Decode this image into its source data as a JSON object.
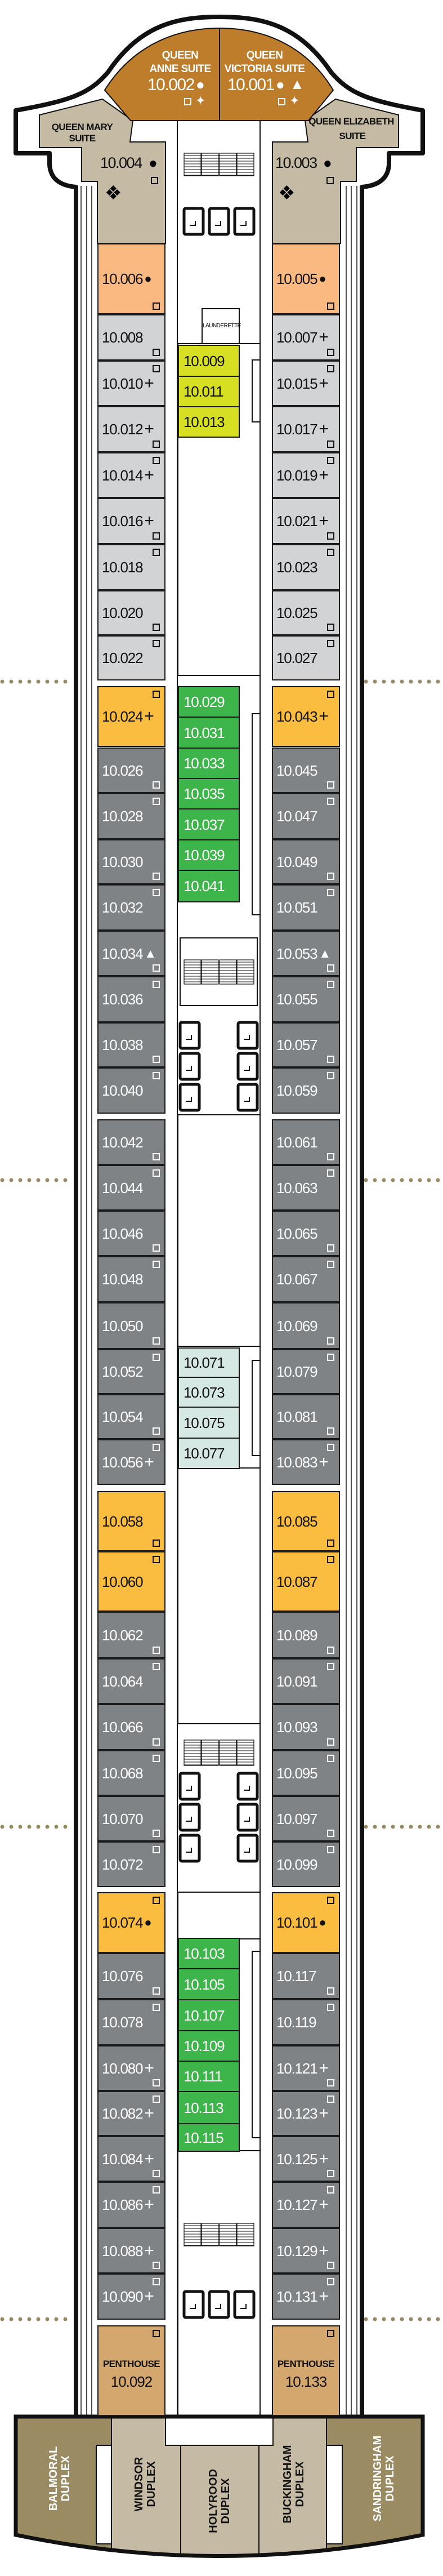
{
  "colors": {
    "light_gray": "#d1d3d4",
    "dark_gray": "#7f8386",
    "orange": "#fbbd3f",
    "peach": "#fbb982",
    "yellow": "#d7df23",
    "green": "#3db54a",
    "light_blue": "#d5e8e4",
    "tan": "#d3a76e",
    "beige": "#c5bba4",
    "brown": "#bd7d2b",
    "olive": "#9b8b63"
  },
  "dome_suites": {
    "queen_anne": {
      "line1": "QUEEN",
      "line2": "ANNE SUITE",
      "number": "10.002",
      "marks": [
        "circle",
        "square",
        "star"
      ]
    },
    "queen_victoria": {
      "line1": "QUEEN",
      "line2": "VICTORIA SUITE",
      "number": "10.001",
      "marks": [
        "circle",
        "triangle",
        "square",
        "star"
      ]
    }
  },
  "side_suites": {
    "queen_mary": {
      "line1": "QUEEN MARY",
      "line2": "SUITE",
      "number": "10.004",
      "marks": [
        "circle",
        "square",
        "diamonds"
      ]
    },
    "queen_elizabeth": {
      "line1": "QUEEN ELIZABETH",
      "line2": "SUITE",
      "number": "10.003",
      "marks": [
        "circle",
        "square",
        "diamonds"
      ]
    }
  },
  "launderette": "LAUNDERETTE",
  "port_cabins": [
    {
      "number": "10.006",
      "mark": "circle",
      "square": "bottom",
      "category": "peach"
    },
    {
      "number": "10.008",
      "mark": null,
      "square": "bottom",
      "category": "light"
    },
    {
      "number": "10.010",
      "mark": "plus",
      "square": "top",
      "category": "light"
    },
    {
      "number": "10.012",
      "mark": "plus",
      "square": "bottom",
      "category": "light"
    },
    {
      "number": "10.014",
      "mark": "plus",
      "square": "top",
      "category": "light"
    },
    {
      "number": "10.016",
      "mark": "plus",
      "square": "bottom",
      "category": "light"
    },
    {
      "number": "10.018",
      "mark": null,
      "square": "top",
      "category": "light"
    },
    {
      "number": "10.020",
      "mark": null,
      "square": "bottom",
      "category": "light"
    },
    {
      "number": "10.022",
      "mark": null,
      "square": "top",
      "category": "light"
    },
    {
      "number": "10.024",
      "mark": "plus",
      "square": "top",
      "category": "orange"
    },
    {
      "number": "10.026",
      "mark": null,
      "square": "bottom",
      "category": "dark"
    },
    {
      "number": "10.028",
      "mark": null,
      "square": "top",
      "category": "dark"
    },
    {
      "number": "10.030",
      "mark": null,
      "square": "bottom",
      "category": "dark"
    },
    {
      "number": "10.032",
      "mark": null,
      "square": "top",
      "category": "dark"
    },
    {
      "number": "10.034",
      "mark": "triangle",
      "square": "bottom",
      "category": "dark"
    },
    {
      "number": "10.036",
      "mark": null,
      "square": "top",
      "category": "dark"
    },
    {
      "number": "10.038",
      "mark": null,
      "square": "bottom",
      "category": "dark"
    },
    {
      "number": "10.040",
      "mark": null,
      "square": "top",
      "category": "dark"
    },
    {
      "number": "10.042",
      "mark": null,
      "square": "bottom",
      "category": "dark"
    },
    {
      "number": "10.044",
      "mark": null,
      "square": "top",
      "category": "dark"
    },
    {
      "number": "10.046",
      "mark": null,
      "square": "bottom",
      "category": "dark"
    },
    {
      "number": "10.048",
      "mark": null,
      "square": "top",
      "category": "dark"
    },
    {
      "number": "10.050",
      "mark": null,
      "square": "bottom",
      "category": "dark"
    },
    {
      "number": "10.052",
      "mark": null,
      "square": "top",
      "category": "dark"
    },
    {
      "number": "10.054",
      "mark": null,
      "square": "bottom",
      "category": "dark"
    },
    {
      "number": "10.056",
      "mark": "plus",
      "square": "top",
      "category": "dark"
    },
    {
      "number": "10.058",
      "mark": null,
      "square": "bottom",
      "category": "orange"
    },
    {
      "number": "10.060",
      "mark": null,
      "square": "top",
      "category": "orange"
    },
    {
      "number": "10.062",
      "mark": null,
      "square": "bottom",
      "category": "dark"
    },
    {
      "number": "10.064",
      "mark": null,
      "square": "top",
      "category": "dark"
    },
    {
      "number": "10.066",
      "mark": null,
      "square": "bottom",
      "category": "dark"
    },
    {
      "number": "10.068",
      "mark": null,
      "square": "top",
      "category": "dark"
    },
    {
      "number": "10.070",
      "mark": null,
      "square": "bottom",
      "category": "dark"
    },
    {
      "number": "10.072",
      "mark": null,
      "square": "top",
      "category": "dark"
    },
    {
      "number": "10.074",
      "mark": "circle",
      "square": "top",
      "category": "orange"
    },
    {
      "number": "10.076",
      "mark": null,
      "square": "bottom",
      "category": "dark"
    },
    {
      "number": "10.078",
      "mark": null,
      "square": "top",
      "category": "dark"
    },
    {
      "number": "10.080",
      "mark": "plus",
      "square": "bottom",
      "category": "dark"
    },
    {
      "number": "10.082",
      "mark": "plus",
      "square": "top",
      "category": "dark"
    },
    {
      "number": "10.084",
      "mark": "plus",
      "square": "bottom",
      "category": "dark"
    },
    {
      "number": "10.086",
      "mark": "plus",
      "square": "top",
      "category": "dark"
    },
    {
      "number": "10.088",
      "mark": "plus",
      "square": "bottom",
      "category": "dark"
    },
    {
      "number": "10.090",
      "mark": "plus",
      "square": "top",
      "category": "dark"
    },
    {
      "title": "PENTHOUSE",
      "number": "10.092",
      "mark": null,
      "square": "top",
      "category": "tan"
    }
  ],
  "starboard_cabins": [
    {
      "number": "10.005",
      "mark": "circle",
      "square": "bottom",
      "category": "peach"
    },
    {
      "number": "10.007",
      "mark": "plus",
      "square": "bottom",
      "category": "light"
    },
    {
      "number": "10.015",
      "mark": "plus",
      "square": "top",
      "category": "light"
    },
    {
      "number": "10.017",
      "mark": "plus",
      "square": "bottom",
      "category": "light"
    },
    {
      "number": "10.019",
      "mark": "plus",
      "square": "top",
      "category": "light"
    },
    {
      "number": "10.021",
      "mark": "plus",
      "square": "bottom",
      "category": "light"
    },
    {
      "number": "10.023",
      "mark": null,
      "square": "top",
      "category": "light"
    },
    {
      "number": "10.025",
      "mark": null,
      "square": "bottom",
      "category": "light"
    },
    {
      "number": "10.027",
      "mark": null,
      "square": "top",
      "category": "light"
    },
    {
      "number": "10.043",
      "mark": "plus",
      "square": "top",
      "category": "orange"
    },
    {
      "number": "10.045",
      "mark": null,
      "square": "bottom",
      "category": "dark"
    },
    {
      "number": "10.047",
      "mark": null,
      "square": "top",
      "category": "dark"
    },
    {
      "number": "10.049",
      "mark": null,
      "square": "bottom",
      "category": "dark"
    },
    {
      "number": "10.051",
      "mark": null,
      "square": "top",
      "category": "dark"
    },
    {
      "number": "10.053",
      "mark": "triangle",
      "square": "bottom",
      "category": "dark"
    },
    {
      "number": "10.055",
      "mark": null,
      "square": "top",
      "category": "dark"
    },
    {
      "number": "10.057",
      "mark": null,
      "square": "bottom",
      "category": "dark"
    },
    {
      "number": "10.059",
      "mark": null,
      "square": "top",
      "category": "dark"
    },
    {
      "number": "10.061",
      "mark": null,
      "square": "bottom",
      "category": "dark"
    },
    {
      "number": "10.063",
      "mark": null,
      "square": "top",
      "category": "dark"
    },
    {
      "number": "10.065",
      "mark": null,
      "square": "bottom",
      "category": "dark"
    },
    {
      "number": "10.067",
      "mark": null,
      "square": "top",
      "category": "dark"
    },
    {
      "number": "10.069",
      "mark": null,
      "square": "bottom",
      "category": "dark"
    },
    {
      "number": "10.079",
      "mark": null,
      "square": "top",
      "category": "dark"
    },
    {
      "number": "10.081",
      "mark": null,
      "square": "bottom",
      "category": "dark"
    },
    {
      "number": "10.083",
      "mark": "plus",
      "square": "top",
      "category": "dark"
    },
    {
      "number": "10.085",
      "mark": null,
      "square": "bottom",
      "category": "orange"
    },
    {
      "number": "10.087",
      "mark": null,
      "square": "top",
      "category": "orange"
    },
    {
      "number": "10.089",
      "mark": null,
      "square": "bottom",
      "category": "dark"
    },
    {
      "number": "10.091",
      "mark": null,
      "square": "top",
      "category": "dark"
    },
    {
      "number": "10.093",
      "mark": null,
      "square": "bottom",
      "category": "dark"
    },
    {
      "number": "10.095",
      "mark": null,
      "square": "top",
      "category": "dark"
    },
    {
      "number": "10.097",
      "mark": null,
      "square": "bottom",
      "category": "dark"
    },
    {
      "number": "10.099",
      "mark": null,
      "square": "top",
      "category": "dark"
    },
    {
      "number": "10.101",
      "mark": "circle",
      "square": "top",
      "category": "orange"
    },
    {
      "number": "10.117",
      "mark": null,
      "square": "bottom",
      "category": "dark"
    },
    {
      "number": "10.119",
      "mark": null,
      "square": "top",
      "category": "dark"
    },
    {
      "number": "10.121",
      "mark": "plus",
      "square": "bottom",
      "category": "dark"
    },
    {
      "number": "10.123",
      "mark": "plus",
      "square": "top",
      "category": "dark"
    },
    {
      "number": "10.125",
      "mark": "plus",
      "square": "bottom",
      "category": "dark"
    },
    {
      "number": "10.127",
      "mark": "plus",
      "square": "top",
      "category": "dark"
    },
    {
      "number": "10.129",
      "mark": "plus",
      "square": "bottom",
      "category": "dark"
    },
    {
      "number": "10.131",
      "mark": "plus",
      "square": "top",
      "category": "dark"
    },
    {
      "title": "PENTHOUSE",
      "number": "10.133",
      "mark": null,
      "square": "top",
      "category": "tan"
    }
  ],
  "inner_cabins": [
    {
      "number": "10.009",
      "category": "yellow"
    },
    {
      "number": "10.011",
      "category": "yellow"
    },
    {
      "number": "10.013",
      "category": "yellow"
    },
    {
      "number": "10.029",
      "category": "green"
    },
    {
      "number": "10.031",
      "category": "green"
    },
    {
      "number": "10.033",
      "category": "green"
    },
    {
      "number": "10.035",
      "category": "green"
    },
    {
      "number": "10.037",
      "category": "green"
    },
    {
      "number": "10.039",
      "category": "green"
    },
    {
      "number": "10.041",
      "category": "green"
    },
    {
      "number": "10.071",
      "category": "blue"
    },
    {
      "number": "10.073",
      "category": "blue"
    },
    {
      "number": "10.075",
      "category": "blue"
    },
    {
      "number": "10.077",
      "category": "blue"
    },
    {
      "number": "10.103",
      "category": "green"
    },
    {
      "number": "10.105",
      "category": "green"
    },
    {
      "number": "10.107",
      "category": "green"
    },
    {
      "number": "10.109",
      "category": "green"
    },
    {
      "number": "10.111",
      "category": "green"
    },
    {
      "number": "10.113",
      "category": "green"
    },
    {
      "number": "10.115",
      "category": "green"
    }
  ],
  "duplexes": [
    {
      "line1": "BALMORAL",
      "line2": "DUPLEX",
      "category": "olive"
    },
    {
      "line1": "WINDSOR",
      "line2": "DUPLEX",
      "category": "beige"
    },
    {
      "line1": "HOLYROOD",
      "line2": "DUPLEX",
      "category": "beige"
    },
    {
      "line1": "BUCKINGHAM",
      "line2": "DUPLEX",
      "category": "beige"
    },
    {
      "line1": "SANDRINGHAM",
      "line2": "DUPLEX",
      "category": "olive"
    }
  ]
}
